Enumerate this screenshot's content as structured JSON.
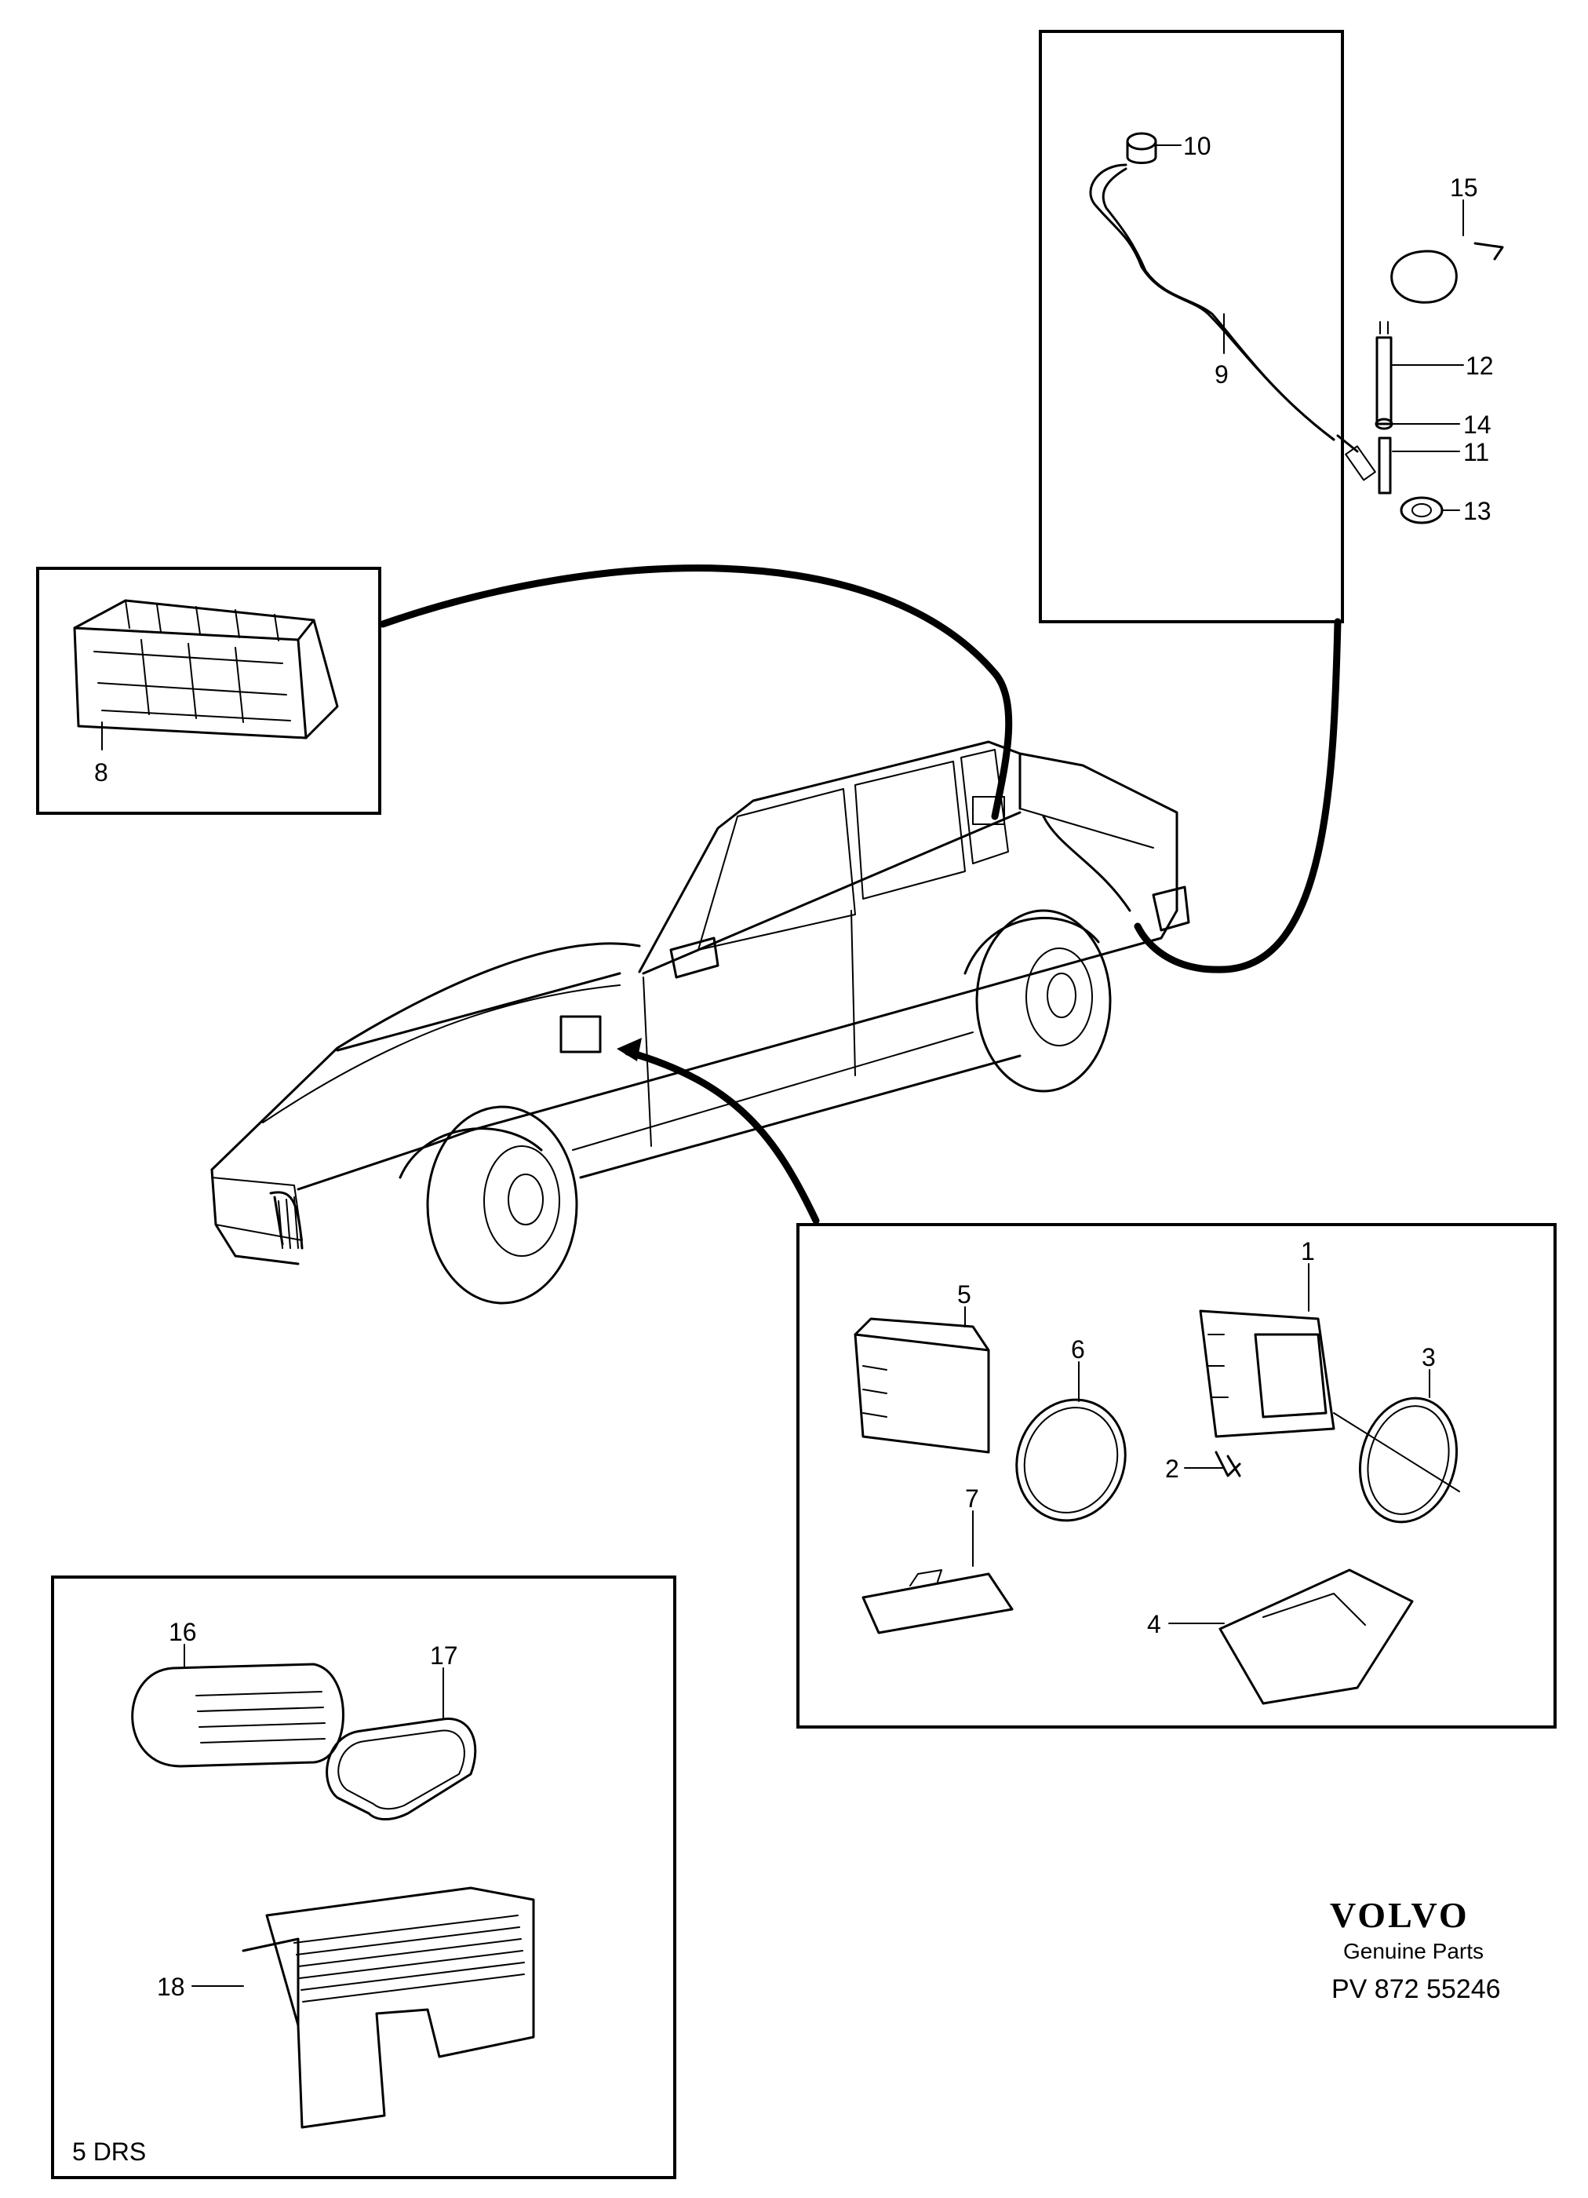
{
  "diagram": {
    "top_right_panel": {
      "labels": [
        "10",
        "15",
        "9",
        "12",
        "14",
        "11",
        "13"
      ]
    },
    "left_panel": {
      "labels": [
        "8"
      ]
    },
    "right_panel": {
      "labels": [
        "5",
        "1",
        "6",
        "3",
        "2",
        "7",
        "4"
      ]
    },
    "bottom_left_panel": {
      "labels": [
        "16",
        "17",
        "18"
      ],
      "note": "5 DRS"
    }
  },
  "branding": {
    "brand": "VOLVO",
    "subtitle": "Genuine Parts",
    "part_code": "PV 872 55246"
  }
}
